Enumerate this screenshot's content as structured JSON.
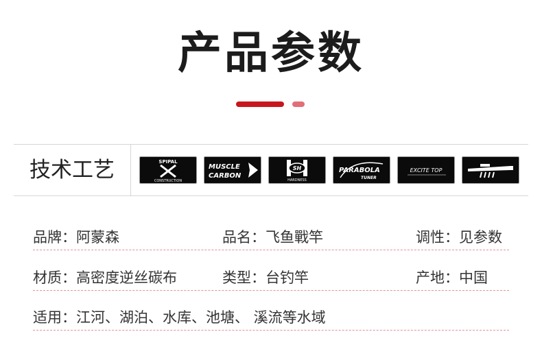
{
  "page": {
    "title": "产品参数",
    "accent_colors": {
      "primary": "#c8161e",
      "secondary": "#e07076"
    }
  },
  "tech": {
    "label": "技术工艺",
    "badges": [
      {
        "icon": "spipal-x-construction-icon",
        "texts": [
          "SPIPAL",
          "CONSTRUCTION"
        ]
      },
      {
        "icon": "muscle-carbon-icon",
        "texts": [
          "MUSCLE",
          "CARBON"
        ]
      },
      {
        "icon": "sh-hardness-icon",
        "texts": [
          "SH",
          "HARDNESS"
        ]
      },
      {
        "icon": "parabola-tuner-icon",
        "texts": [
          "PARABOLA",
          "TUNER"
        ]
      },
      {
        "icon": "excite-top-icon",
        "texts": [
          "EXCITE TOP"
        ]
      },
      {
        "icon": "rod-tip-icon",
        "texts": []
      }
    ]
  },
  "specs": {
    "rows": [
      [
        {
          "label": "品牌：",
          "value": "阿蒙森"
        },
        {
          "label": "品名：",
          "value": "飞鱼戰竿"
        },
        {
          "label": "调性：",
          "value": "见参数"
        }
      ],
      [
        {
          "label": "材质：",
          "value": "高密度逆丝碳布"
        },
        {
          "label": "类型：",
          "value": "台钓竿"
        },
        {
          "label": "产地：",
          "value": "中国"
        }
      ],
      [
        {
          "label": "适用：",
          "value": "江河、湖泊、水库、池塘、 溪流等水域"
        }
      ]
    ]
  }
}
